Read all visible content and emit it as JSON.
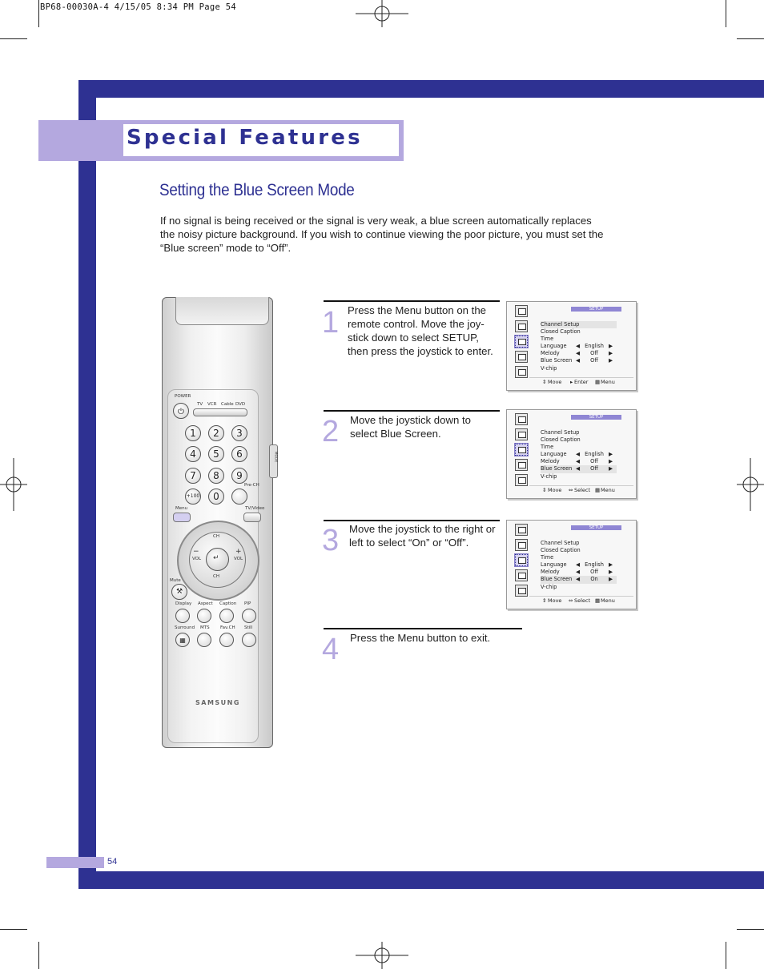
{
  "print_header": "BP68-00030A-4  4/15/05  8:34 PM  Page 54",
  "section_title": "Special Features",
  "heading": "Setting the Blue Screen Mode",
  "intro": "If no signal is being received or the signal is very weak, a blue screen automatically replaces the noisy picture background. If you wish to continue viewing the poor picture, you must set the “Blue screen” mode to “Off”.",
  "steps": [
    {
      "num": "1",
      "text": "Press the Menu button on the remote control. Move the joy-stick down to select SETUP, then press the joystick to enter."
    },
    {
      "num": "2",
      "text": "Move the joystick down to select Blue Screen."
    },
    {
      "num": "3",
      "text": "Move the joystick to the right or left to select “On” or “Off”."
    },
    {
      "num": "4",
      "text": "Press the Menu button to exit."
    }
  ],
  "osd_screens": [
    {
      "header": "SETUP",
      "items": [
        "Channel Setup",
        "Closed Caption",
        "Time",
        "Language",
        "Melody",
        "Blue Screen",
        "V-chip"
      ],
      "values": {
        "language": "English",
        "melody": "Off",
        "blue_screen": "Off"
      },
      "footer": {
        "move": "Move",
        "action": "Enter",
        "menu": "Menu"
      }
    },
    {
      "header": "SETUP",
      "items": [
        "Channel Setup",
        "Closed Caption",
        "Time",
        "Language",
        "Melody",
        "Blue Screen",
        "V-chip"
      ],
      "values": {
        "language": "English",
        "melody": "Off",
        "blue_screen": "Off"
      },
      "footer": {
        "move": "Move",
        "action": "Select",
        "menu": "Menu"
      }
    },
    {
      "header": "SETUP",
      "items": [
        "Channel Setup",
        "Closed Caption",
        "Time",
        "Language",
        "Melody",
        "Blue Screen",
        "V-chip"
      ],
      "values": {
        "language": "English",
        "melody": "Off",
        "blue_screen": "On"
      },
      "footer": {
        "move": "Move",
        "action": "Select",
        "menu": "Menu"
      }
    }
  ],
  "remote": {
    "power_label": "POWER",
    "mode_labels": [
      "TV",
      "VCR",
      "Cable",
      "DVD"
    ],
    "digits": [
      "1",
      "2",
      "3",
      "4",
      "5",
      "6",
      "7",
      "8",
      "9",
      "+100",
      "0"
    ],
    "prech_label": "Pre-CH",
    "menu_label": "Menu",
    "tvvideo_label": "TV/Video",
    "mode_side_label": "MODE",
    "ch_label": "CH",
    "vol_label": "VOL",
    "mute_label": "Mute",
    "row1_labels": [
      "Display",
      "Aspect",
      "Caption",
      "PIP"
    ],
    "row2_labels": [
      "Surround",
      "MTS",
      "Fav.CH",
      "Still"
    ],
    "brand": "SAMSUNG"
  },
  "page_number": "54"
}
